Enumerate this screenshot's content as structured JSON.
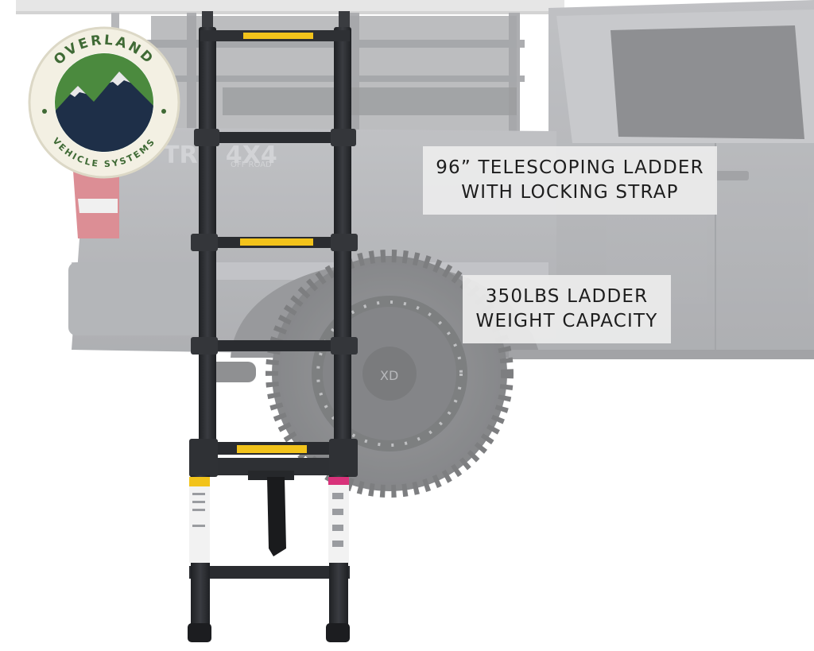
{
  "logo": {
    "brand_top": "OVERLAND",
    "brand_bottom": "VEHICLE SYSTEMS",
    "colors": {
      "ring": "#f3f0e3",
      "ring_outline": "#4c6a3c",
      "text": "#3f6a35",
      "sky": "#4b8a3e",
      "mountains": "#1e2f48",
      "snow": "#e8e8e8"
    }
  },
  "callouts": {
    "ladder_line1": "96” TELESCOPING LADDER",
    "ladder_line2": "WITH LOCKING STRAP",
    "capacity_line1": "350LBS LADDER",
    "capacity_line2": "WEIGHT CAPACITY"
  },
  "truck": {
    "badge": "TRD 4X4",
    "badge_sub": "OFF ROAD",
    "color": "#8d8f95"
  },
  "ladder": {
    "color": "#2b2d31",
    "warning_label_color": "#f2c31b"
  }
}
